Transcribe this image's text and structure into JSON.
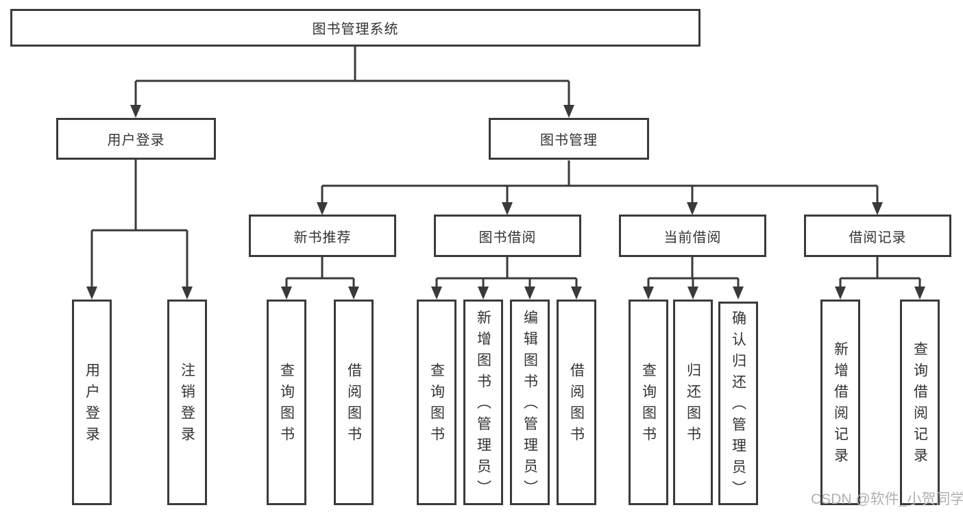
{
  "diagram": {
    "type": "tree-structure-chart",
    "tree": {
      "root": {
        "label": "图书管理系统"
      },
      "branches": [
        {
          "label": "用户登录",
          "children": [
            {
              "label": "用户登录"
            },
            {
              "label": "注销登录"
            }
          ]
        },
        {
          "label": "图书管理",
          "children": [
            {
              "label": "新书推荐",
              "children": [
                {
                  "label": "查询图书"
                },
                {
                  "label": "借阅图书"
                }
              ]
            },
            {
              "label": "图书借阅",
              "children": [
                {
                  "label": "查询图书"
                },
                {
                  "label": "新增图书（管理员）"
                },
                {
                  "label": "编辑图书（管理员）"
                },
                {
                  "label": "借阅图书"
                }
              ]
            },
            {
              "label": "当前借阅",
              "children": [
                {
                  "label": "查询图书"
                },
                {
                  "label": "归还图书"
                },
                {
                  "label": "确认归还（管理员）"
                }
              ]
            },
            {
              "label": "借阅记录",
              "children": [
                {
                  "label": "新增借阅记录"
                },
                {
                  "label": "查询借阅记录"
                }
              ]
            }
          ]
        }
      ]
    },
    "watermark": {
      "text": "CSDN @软件_小贺同学"
    },
    "colors": {
      "line": "#3a3a3a",
      "text": "#333333",
      "background": "#ffffff",
      "watermark": "#b0b0b0"
    }
  }
}
